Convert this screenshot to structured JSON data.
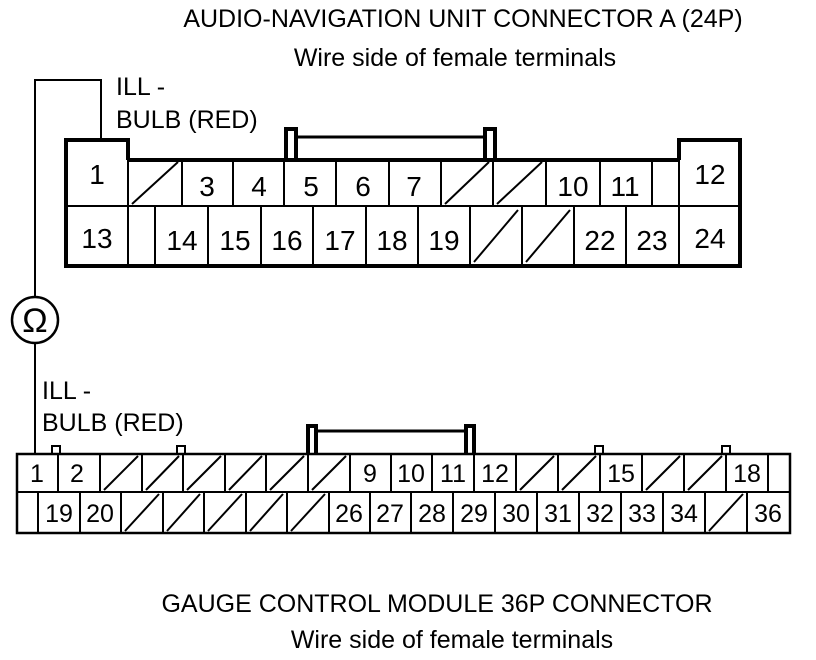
{
  "connector_a": {
    "title": "AUDIO-NAVIGATION UNIT CONNECTOR A (24P)",
    "subtitle": "Wire side of female terminals",
    "probe_label_1": "ILL -",
    "probe_label_2": "BULB (RED)",
    "terminals": [
      "1",
      "3",
      "4",
      "5",
      "6",
      "7",
      "10",
      "11",
      "12",
      "13",
      "14",
      "15",
      "16",
      "17",
      "18",
      "19",
      "22",
      "23",
      "24"
    ]
  },
  "connector_b": {
    "title": "GAUGE CONTROL MODULE 36P CONNECTOR",
    "subtitle": "Wire side of female terminals",
    "probe_label_1": "ILL -",
    "probe_label_2": "BULB (RED)",
    "terminals": [
      "1",
      "2",
      "9",
      "10",
      "11",
      "12",
      "15",
      "18",
      "19",
      "20",
      "26",
      "27",
      "28",
      "29",
      "30",
      "31",
      "32",
      "33",
      "34",
      "36"
    ]
  },
  "meter_symbol": "Ω",
  "meter_icon": "ohmmeter-icon"
}
